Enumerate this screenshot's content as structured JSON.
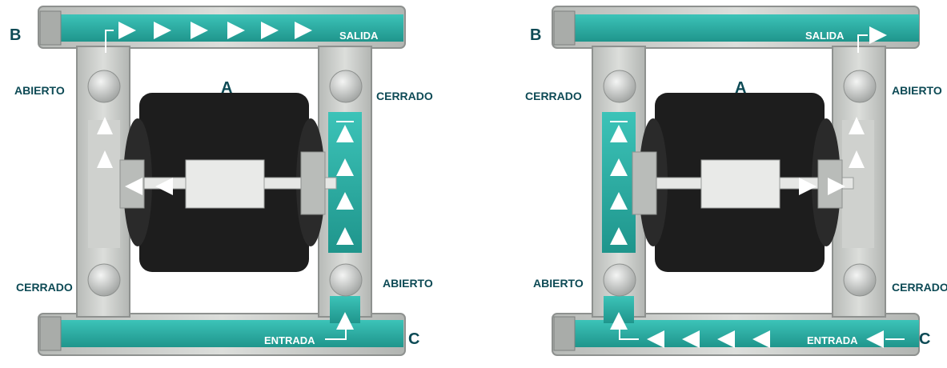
{
  "colors": {
    "fluid": "#2bb0a6",
    "fluid_dark": "#1d8f87",
    "housing": "#c9cbc8",
    "housing_dark": "#8e918f",
    "diaphragm_block": "#1d1d1d",
    "arrow": "#ffffff",
    "label_text": "#0d4a55"
  },
  "left_pump": {
    "port_b": "B",
    "chamber_a": "A",
    "port_c": "C",
    "outlet": "SALIDA",
    "inlet": "ENTRADA",
    "top_left_valve": "ABIERTO",
    "top_right_valve": "CERRADO",
    "bottom_left_valve": "CERRADO",
    "bottom_right_valve": "ABIERTO"
  },
  "right_pump": {
    "port_b": "B",
    "chamber_a": "A",
    "port_c": "C",
    "outlet": "SALIDA",
    "inlet": "ENTRADA",
    "top_left_valve": "CERRADO",
    "top_right_valve": "ABIERTO",
    "bottom_left_valve": "ABIERTO",
    "bottom_right_valve": "CERRADO"
  }
}
